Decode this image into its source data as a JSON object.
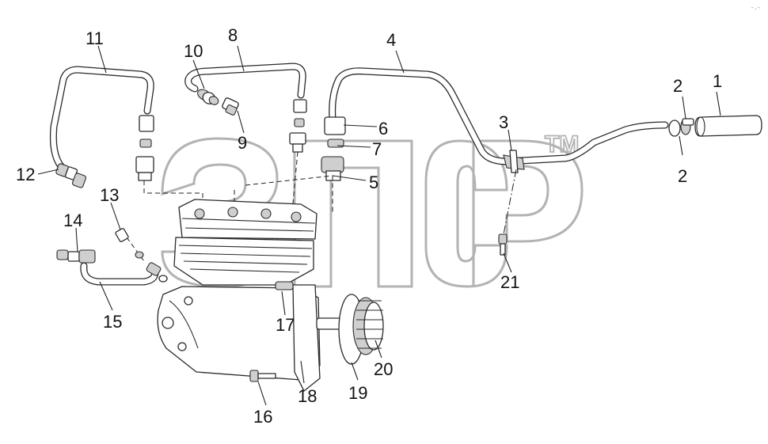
{
  "watermark": {
    "trademark": "TM"
  },
  "corner_mark": "-.-",
  "callouts": [
    {
      "id": "1",
      "label": "1"
    },
    {
      "id": "2a",
      "label": "2"
    },
    {
      "id": "2b",
      "label": "2"
    },
    {
      "id": "3",
      "label": "3"
    },
    {
      "id": "4",
      "label": "4"
    },
    {
      "id": "5",
      "label": "5"
    },
    {
      "id": "6",
      "label": "6"
    },
    {
      "id": "7",
      "label": "7"
    },
    {
      "id": "8",
      "label": "8"
    },
    {
      "id": "9",
      "label": "9"
    },
    {
      "id": "10",
      "label": "10"
    },
    {
      "id": "11",
      "label": "11"
    },
    {
      "id": "12",
      "label": "12"
    },
    {
      "id": "13",
      "label": "13"
    },
    {
      "id": "14",
      "label": "14"
    },
    {
      "id": "15",
      "label": "15"
    },
    {
      "id": "16",
      "label": "16"
    },
    {
      "id": "17",
      "label": "17"
    },
    {
      "id": "18",
      "label": "18"
    },
    {
      "id": "19",
      "label": "19"
    },
    {
      "id": "20",
      "label": "20"
    },
    {
      "id": "21",
      "label": "21"
    }
  ]
}
